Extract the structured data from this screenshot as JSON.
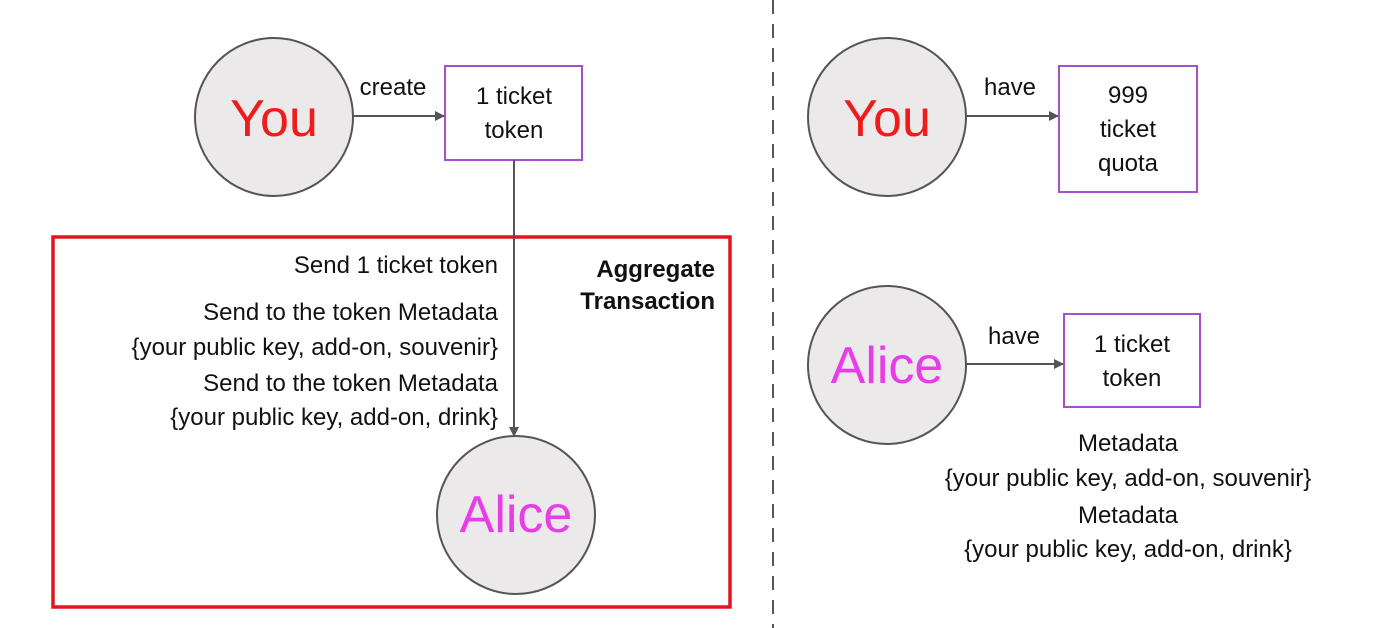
{
  "colors": {
    "you": "#ee1c1c",
    "alice": "#e83ce8",
    "circle_fill": "#ebe9ea",
    "token_box_border": "#a54fcf",
    "aggregate_border": "#e0161c",
    "divider": "#555555",
    "arrow": "#555555"
  },
  "left": {
    "you_label": "You",
    "create_label": "create",
    "token_box": [
      "1 ticket",
      "token"
    ],
    "aggregate_title": [
      "Aggregate",
      "Transaction"
    ],
    "lines": [
      "Send 1 ticket token",
      "Send to the token Metadata",
      "{your public key, add-on, souvenir}",
      "Send to the token Metadata",
      "{your public key, add-on, drink}"
    ],
    "alice_label": "Alice"
  },
  "right": {
    "you_label": "You",
    "you_have_label": "have",
    "quota_box": [
      "999",
      "ticket",
      "quota"
    ],
    "alice_label": "Alice",
    "alice_have_label": "have",
    "token_box": [
      "1 ticket",
      "token"
    ],
    "metadata": [
      "Metadata",
      "{your public key, add-on, souvenir}",
      "Metadata",
      "{your public key, add-on, drink}"
    ]
  }
}
